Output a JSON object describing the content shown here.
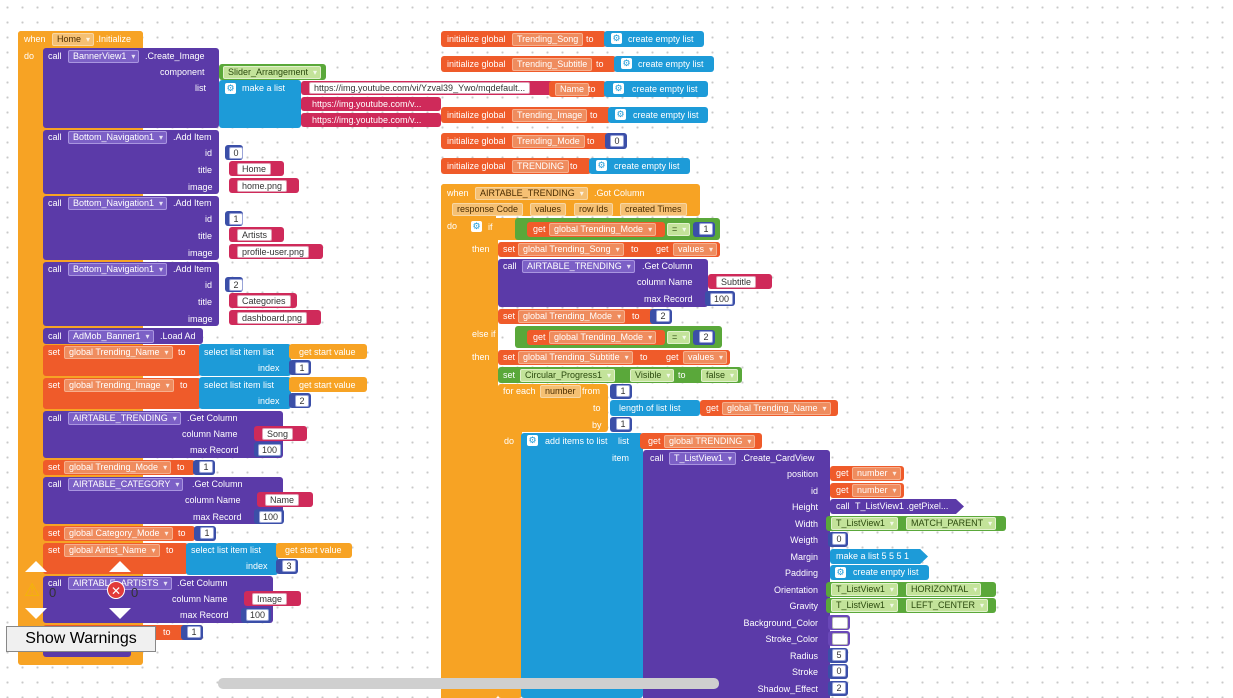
{
  "home_init": {
    "when": "when",
    "component": "Home",
    "event": ".Initialize",
    "do": "do",
    "call": "call",
    "banner_component": "BannerView1",
    "banner_method": ".Create_Image",
    "component_label": "component",
    "component_value": "Slider_Arrangement",
    "list_label": "list",
    "make_a_list": "make a list",
    "urls": [
      "https://img.youtube.com/vi/Yzval39_Ywo/mqdefault...",
      "https://img.youtube.com/v...",
      "https://img.youtube.com/v..."
    ],
    "nav_component": "Bottom_Navigation1",
    "add_item": ".Add Item",
    "id_label": "id",
    "title_label": "title",
    "image_label": "image",
    "nav_items": [
      {
        "id": "0",
        "title": "Home",
        "image": "home.png"
      },
      {
        "id": "1",
        "title": "Artists",
        "image": "profile-user.png"
      },
      {
        "id": "2",
        "title": "Categories",
        "image": "dashboard.png"
      }
    ],
    "admob_component": "AdMob_Banner1",
    "load_ad": ".Load Ad",
    "set": "set",
    "to": "to",
    "global_trending_name": "global Trending_Name",
    "global_trending_image": "global Trending_Image",
    "select_list_item": "select list item  list",
    "get_start_value": "get start value",
    "index_label": "index",
    "index_values": [
      "1",
      "2",
      "3"
    ],
    "airtable_trending": "AIRTABLE_TRENDING",
    "airtable_category": "AIRTABLE_CATEGORY",
    "airtable_artists": "AIRTABLE_ARTISTS",
    "get_column": ".Get Column",
    "column_name_label": "column Name",
    "max_record_label": "max Record",
    "col_song": "Song",
    "col_name": "Name",
    "col_image": "Image",
    "max_100": "100",
    "global_trending_mode": "global Trending_Mode",
    "global_category_mode": "global Category_Mode",
    "global_airtist_name": "global Airtist_Name",
    "mode_1": "1"
  },
  "globals": [
    {
      "prefix": "initialize global",
      "name": "Trending_Song",
      "to": "to",
      "value": "create empty list"
    },
    {
      "prefix": "initialize global",
      "name": "Trending_Subtitle",
      "to": "to",
      "value": "create empty list"
    },
    {
      "prefix": "",
      "name": "Name",
      "to": "to",
      "value": "create empty list"
    },
    {
      "prefix": "initialize global",
      "name": "Trending_Image",
      "to": "to",
      "value": "create empty list"
    },
    {
      "prefix": "initialize global",
      "name": "Trending_Mode",
      "to": "to",
      "value": "0"
    },
    {
      "prefix": "initialize global",
      "name": "TRENDING",
      "to": "to",
      "value": "create empty list"
    }
  ],
  "got_column": {
    "when": "when",
    "component": "AIRTABLE_TRENDING",
    "event": ".Got Column",
    "params": [
      "response Code",
      "values",
      "row Ids",
      "created Times"
    ],
    "do": "do",
    "if": "if",
    "then": "then",
    "else_if": "else if",
    "get": "get",
    "global_trending_mode": "global Trending_Mode",
    "eq": "=",
    "cmp1": "1",
    "cmp2": "2",
    "set": "set",
    "to": "to",
    "global_trending_song": "global Trending_Song",
    "global_trending_subtitle": "global Trending_Subtitle",
    "values": "values",
    "call": "call",
    "get_column": ".Get Column",
    "column_name_label": "column Name",
    "max_record_label": "max Record",
    "col_subtitle": "Subtitle",
    "max_100": "100",
    "mode_2": "2",
    "progress_component": "Circular_Progress1",
    "visible": "Visible",
    "false": "false",
    "for_each": "for each",
    "number": "number",
    "from": "from",
    "from_val": "1",
    "to_label": "to",
    "by": "by",
    "by_val": "1",
    "length_of_list": "length of list  list",
    "global_trending_name": "global Trending_Name",
    "add_items": "add items to list",
    "list_label": "list",
    "global_trending": "global TRENDING",
    "item_label": "item",
    "listview": "T_ListView1",
    "create_cardview": ".Create_CardView",
    "props": [
      {
        "label": "position",
        "kind": "get",
        "value": "number"
      },
      {
        "label": "id",
        "kind": "get",
        "value": "number"
      },
      {
        "label": "Height",
        "kind": "call",
        "value": "T_ListView1 .getPixel..."
      },
      {
        "label": "Width",
        "kind": "prop",
        "value": "MATCH_PARENT"
      },
      {
        "label": "Weigth",
        "kind": "num",
        "value": "0"
      },
      {
        "label": "Margin",
        "kind": "list",
        "value": "make a list  5  5  5  1"
      },
      {
        "label": "Padding",
        "kind": "empty",
        "value": "create empty list"
      },
      {
        "label": "Orientation",
        "kind": "prop",
        "value": "HORIZONTAL"
      },
      {
        "label": "Gravity",
        "kind": "prop",
        "value": "LEFT_CENTER"
      },
      {
        "label": "Background_Color",
        "kind": "color",
        "value": ""
      },
      {
        "label": "Stroke_Color",
        "kind": "color",
        "value": ""
      },
      {
        "label": "Radius",
        "kind": "num",
        "value": "5"
      },
      {
        "label": "Stroke",
        "kind": "num",
        "value": "0"
      },
      {
        "label": "Shadow_Effect",
        "kind": "num",
        "value": "2"
      }
    ]
  },
  "warnings": {
    "warning_count": "0",
    "error_count": "0",
    "show_warnings": "Show Warnings"
  },
  "colors": {
    "event": "#f7a324",
    "procedure": "#5b3aa8",
    "variable": "#ef5b2a",
    "list": "#1d9bd8",
    "math": "#3b4fa8",
    "text": "#cf2a5a",
    "logic": "#5aa83a"
  }
}
